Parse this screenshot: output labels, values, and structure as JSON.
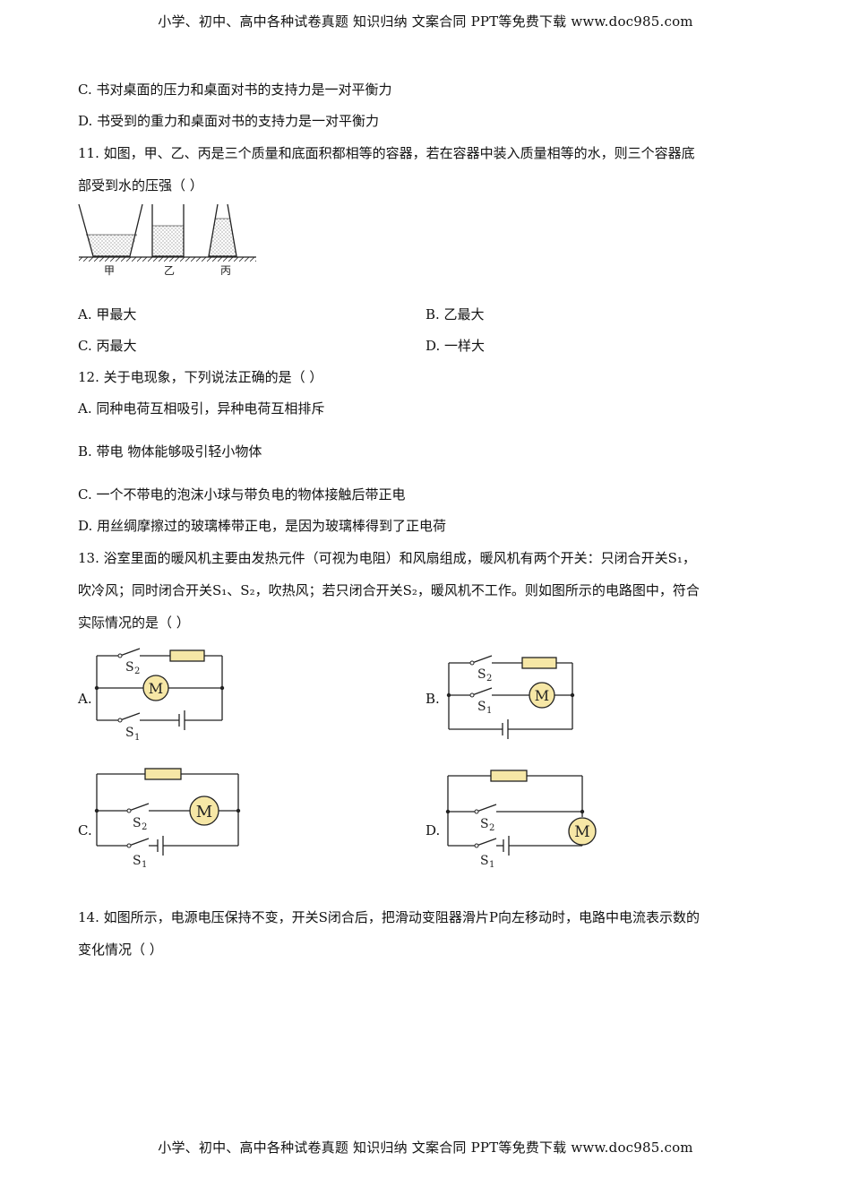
{
  "header": {
    "text": "小学、初中、高中各种试卷真题  知识归纳  文案合同  PPT等免费下载      www.doc985.com"
  },
  "footer": {
    "text": "小学、初中、高中各种试卷真题  知识归纳  文案合同  PPT等免费下载      www.doc985.com"
  },
  "q10": {
    "optC": "C. 书对桌面的压力和桌面对书的支持力是一对平衡力",
    "optD": "D. 书受到的重力和桌面对书的支持力是一对平衡力"
  },
  "q11": {
    "line1": "11. 如图，甲、乙、丙是三个质量和底面积都相等的容器，若在容器中装入质量相等的水，则三个容器底",
    "line2": "部受到水的压强（        ）",
    "fig_labels": [
      "甲",
      "乙",
      "丙"
    ],
    "optA": "A. 甲最大",
    "optB": "B. 乙最大",
    "optC": "C. 丙最大",
    "optD": "D. 一样大"
  },
  "q12": {
    "stem": "12. 关于电现象，下列说法正确的是（        ）",
    "optA": "A. 同种电荷互相吸引，异种电荷互相排斥",
    "optB": "B. 带电    物体能够吸引轻小物体",
    "optC": "C. 一个不带电的泡沫小球与带负电的物体接触后带正电",
    "optD": "D. 用丝绸摩擦过的玻璃棒带正电，是因为玻璃棒得到了正电荷"
  },
  "q13": {
    "line1": "13. 浴室里面的暖风机主要由发热元件（可视为电阻）和风扇组成，暖风机有两个开关：只闭合开关S₁，",
    "line2": "吹冷风；同时闭合开关S₁、S₂，吹热风；若只闭合开关S₂，暖风机不工作。则如图所示的电路图中，符合",
    "line3": "实际情况的是（        ）",
    "labels": {
      "A": "A.",
      "B": "B.",
      "C": "C.",
      "D": "D."
    },
    "symbols": {
      "motor": "M",
      "s1": "S",
      "s1_sub": "1",
      "s2": "S",
      "s2_sub": "2"
    }
  },
  "q14": {
    "line1": "14. 如图所示，电源电压保持不变，开关S闭合后，把滑动变阻器滑片P向左移动时，电路中电流表示数的",
    "line2": "变化情况（        ）"
  }
}
